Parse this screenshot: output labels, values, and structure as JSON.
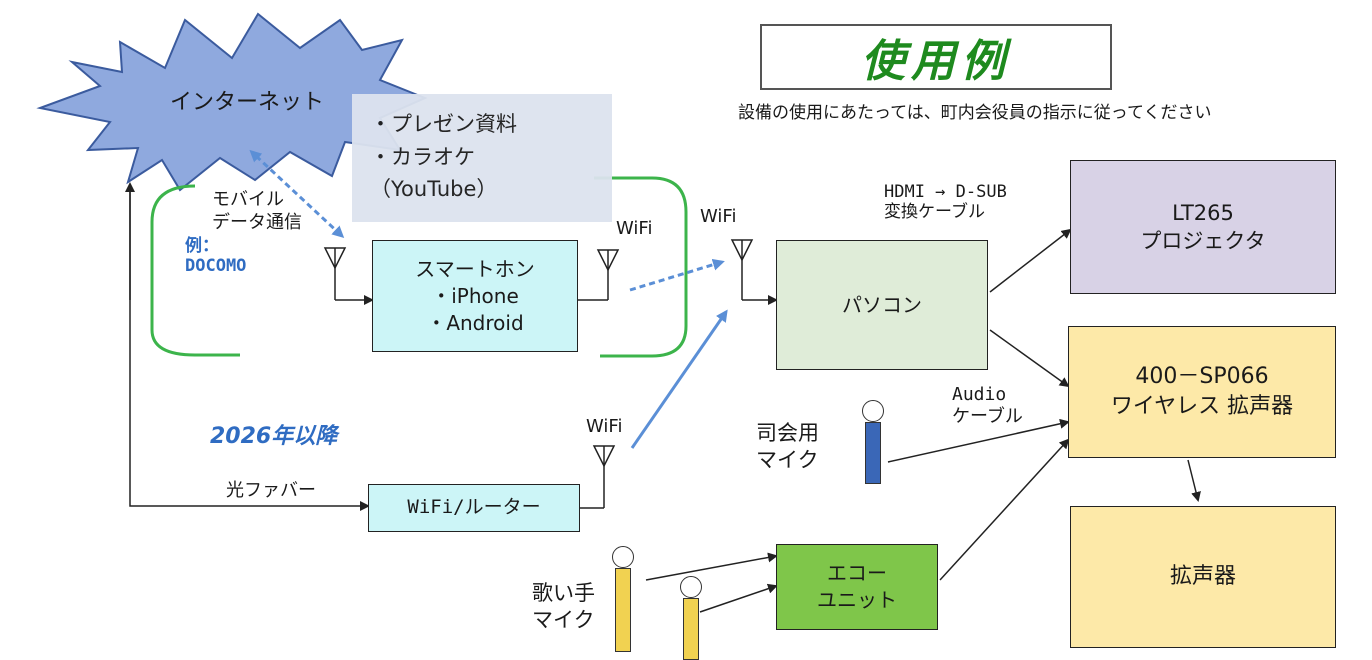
{
  "title": "使用例",
  "subtitle": "設備の使用にあたっては、町内会役員の指示に従ってください",
  "internet": "インターネット",
  "usage_note": [
    "・プレゼン資料",
    "・カラオケ",
    "（YouTube）"
  ],
  "mobile_label": [
    "モバイル",
    "データ通信"
  ],
  "example_label": [
    "例：",
    "DOCOMO"
  ],
  "smartphone": [
    "スマートホン",
    "・iPhone",
    "・Android"
  ],
  "wifi": "WiFi",
  "pc": "パソコン",
  "cable_hdmi": [
    "HDMI → D-SUB",
    "変換ケーブル"
  ],
  "projector": [
    "LT265",
    "プロジェクタ"
  ],
  "audio_cable": [
    "Audio",
    "ケーブル"
  ],
  "wireless_speaker": [
    "400－SP066",
    "ワイヤレス 拡声器"
  ],
  "speaker": "拡声器",
  "after_2026": "2026年以降",
  "fiber": "光ファバー",
  "router": "WiFi/ルーター",
  "mc_mic": [
    "司会用",
    "マイク"
  ],
  "singer_mic": [
    "歌い手",
    "マイク"
  ],
  "echo_unit": [
    "エコー",
    "ユニット"
  ],
  "colors": {
    "title_green": "#1e8a1e",
    "cloud_fill": "#8fa9de",
    "cyan_box": "#ccf5f7",
    "pc_box": "#dfecd8",
    "projector_box": "#d8d2e6",
    "speaker_box": "#fde9a8",
    "echo_box": "#7fc64a",
    "blue_arrow": "#5b8fd6",
    "mc_mic_body": "#3a67b7",
    "singer_mic_body": "#f1d251",
    "bracket_green": "#3cb44b",
    "label_blue": "#2f6cc2"
  }
}
